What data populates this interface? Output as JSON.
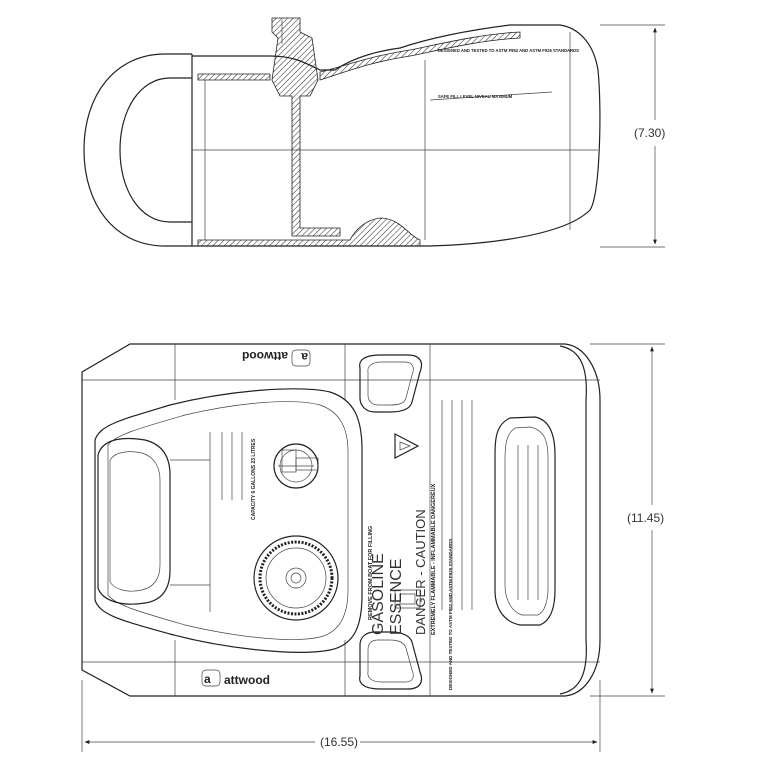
{
  "dimensions": {
    "height_side": "(7.30)",
    "width_top": "(11.45)",
    "length": "(16.55)"
  },
  "side_view": {
    "standard_label": "DESIGNED AND TESTED TO ASTM F852 AND ASTM F926 STANDARDS",
    "fill_level_label": "SAFE FILL LEVEL NIVEAU MAXIMUM"
  },
  "top_view": {
    "brand_logo": "attwood",
    "fuel_label_1": "GASOLINE",
    "fuel_label_2": "ESSENCE",
    "warning_title": "DANGER - CAUTION",
    "warning_sub": "EXTREMELY FLAMMABLE - INFLAMMABLE DANGEREUX",
    "remove_label": "REMOVE FROM BOAT FOR FILLING",
    "capacity_label": "CAPACITY 6 GALLONS 23 LITRES",
    "standard_label": "DESIGNED AND TESTED TO ASTM F852 AND ASTM F926 STANDARDS"
  }
}
